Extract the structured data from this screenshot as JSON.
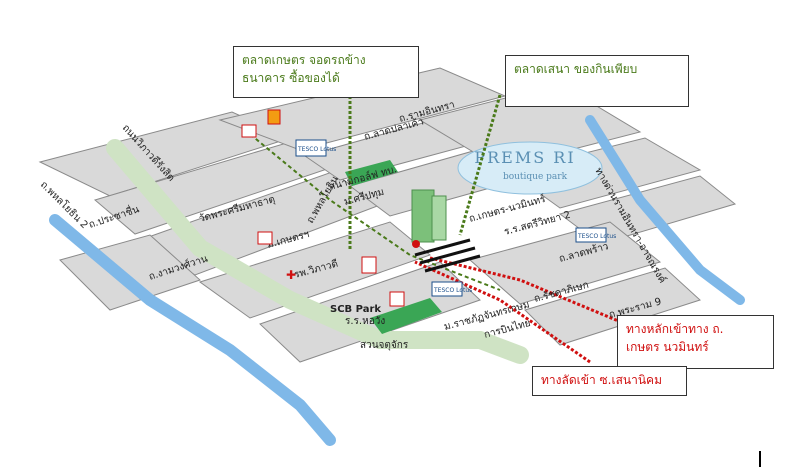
{
  "colors": {
    "road": "#ffffff",
    "road_edge": "#7a7a7a",
    "block": "#d9d9d9",
    "greenway": "#cfe3c4",
    "canal": "#7fb8e8",
    "dotted_green": "#4a7a1a",
    "dotted_red": "#d01010",
    "park": "#3aa655",
    "building": "#7cc07a"
  },
  "callouts": {
    "market_top": {
      "line1": "ตลาดเกษตร จอดรถข้าง",
      "line2": "ธนาคาร ซื้อของได้"
    },
    "market_right": "ตลาดเสนา ของกินเพียบ",
    "main_entrance": {
      "line1": "ทางหลักเข้าทาง ถ.",
      "line2": "เกษตร นวมินทร์"
    },
    "shortcut": "ทางลัดเข้า ซ.เสนานิคม"
  },
  "brand": {
    "name": "PREMS RI",
    "tagline": "boutique park"
  },
  "map_labels": {
    "road_ramintra": "ถ.รามอินทรา",
    "road_lat_pla_khao": "ถ.ลาดปลาเค้า",
    "road_viphavadi": "ถนนวิภาวดีรังสิต",
    "road_phahonyothin": "ถ.พหลโยธิน",
    "road_phahon_left": "ถ.พหลโยธิน 2",
    "road_prachachuen": "ถ.ประชาชื่น",
    "road_ngamwongwan": "ถ.งามวงศ์วาน",
    "road_kaset_nawamin": "ถ.เกษตร-นวมินทร์",
    "road_lat_phrao": "ถ.ลาดพร้าว",
    "road_ratchada": "ถ.รัชดาภิเษก",
    "road_rama9": "ถ.พระราม 9",
    "road_expressway": "ทางด่วนรามอินทรา-อาจณรงค์",
    "sai_school": "ร.ร.สตรีวิทยา 2",
    "wat": "วัดพระศรีมหาธาตุ",
    "kasetsart": "ม.เกษตรฯ",
    "sripatum": "ม.ศรีปทุม",
    "racecourse": "สนามกอล์ฟ ทบ.",
    "vibhavadi_hosp": "รพ.วิภาวดี",
    "scb_park": "SCB Park",
    "horwang": "ร.ร.หอวัง",
    "chatuchak": "สวนจตุจักร",
    "chandrakasem": "ม.ราชภัฏจันทรเกษม",
    "kanpai": "การบินไทย",
    "tesco1": "TESCO Lotus",
    "tesco2": "TESCO Lotus",
    "tesco3": "TESCO Lotus"
  }
}
